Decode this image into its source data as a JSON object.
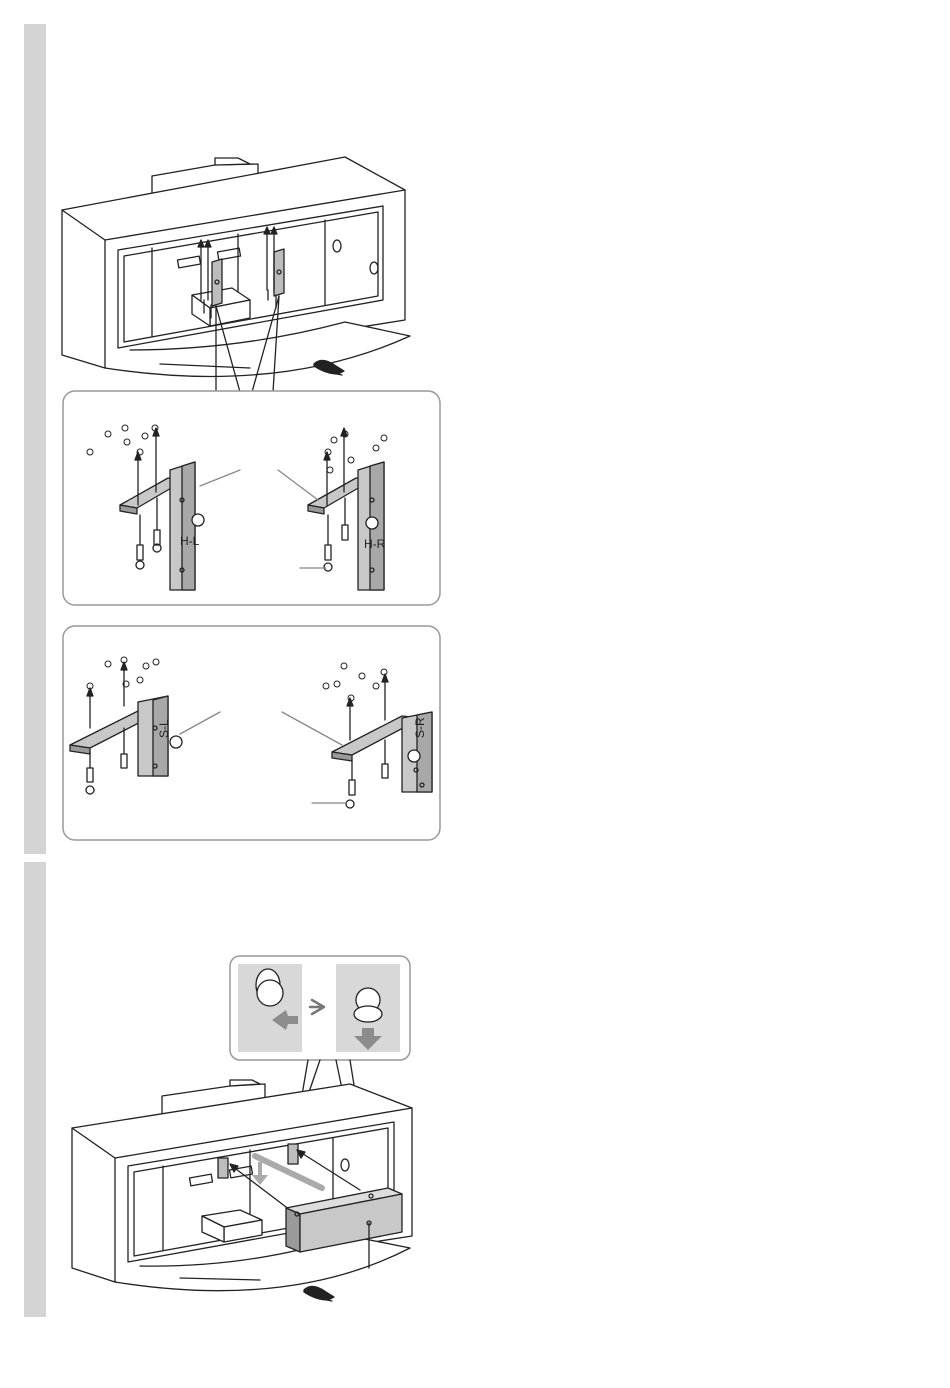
{
  "page": {
    "background": "#ffffff",
    "sidebar_color": "#d4d4d4"
  },
  "figure_top": {
    "callout_left": {
      "labels": [
        "H-L",
        "H-R"
      ]
    },
    "callout_right": {
      "labels": [
        "S-L",
        "S-R"
      ]
    }
  },
  "figure_bottom": {
    "inset_colors": {
      "panel": "#d8d8d8",
      "arrow": "#8c8c8c"
    }
  },
  "icons": [
    "remote-arrow-icon",
    "screw-icon",
    "bracket-icon",
    "speaker-icon",
    "arrow-right-icon",
    "arrow-down-icon"
  ]
}
